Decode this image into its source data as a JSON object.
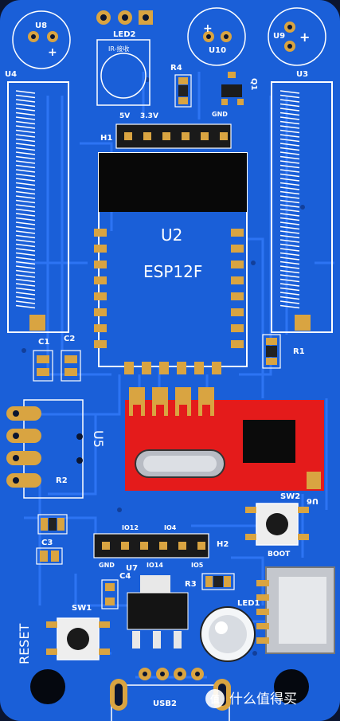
{
  "board": {
    "colors": {
      "pcb": "#1a5fd8",
      "pcb_dark": "#0f47b5",
      "trace": "#2a6ef0",
      "pad": "#d9a441",
      "silk": "#ffffff",
      "module_red": "#e41b1b",
      "edge": "#0b1530"
    }
  },
  "labels": {
    "u8": "U8",
    "u10": "U10",
    "u9": "U9",
    "u4": "U4",
    "u3": "U3",
    "led2": "LED2",
    "ir_recv": "IR-接收",
    "r4": "R4",
    "q1": "Q1",
    "v5": "5V",
    "v33": "3.3V",
    "gnd_top": "GND",
    "h1": "H1",
    "u2": "U2",
    "esp": "ESP12F",
    "c1": "C1",
    "c2": "C2",
    "r1": "R1",
    "u5": "U5",
    "r2": "R2",
    "sw2": "SW2",
    "u6": "U6",
    "c3": "C3",
    "io12": "IO12",
    "io4": "IO4",
    "gnd_h2": "GND",
    "io14": "IO14",
    "io5": "IO5",
    "h2": "H2",
    "boot": "BOOT",
    "c4": "C4",
    "u7": "U7",
    "r3": "R3",
    "led1": "LED1",
    "sw1": "SW1",
    "reset": "RESET",
    "usb2": "USB2",
    "plus": "+",
    "watermark": "值 什么值得买"
  }
}
